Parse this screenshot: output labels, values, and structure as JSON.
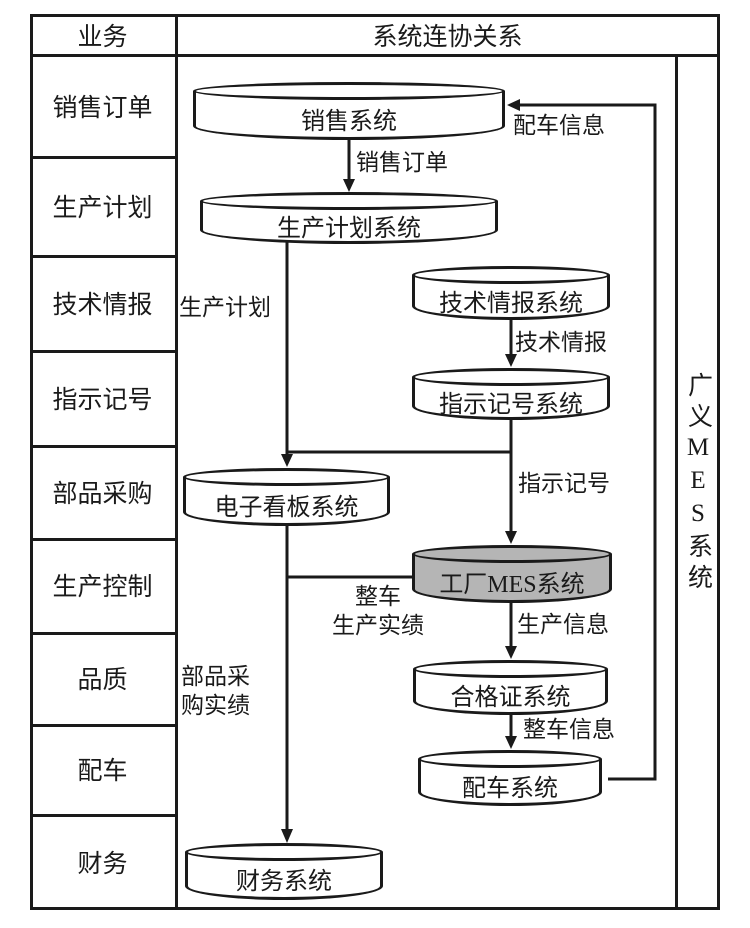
{
  "table": {
    "header": {
      "left": "业务",
      "right": "系统连协关系"
    },
    "rows": [
      "销售订单",
      "生产计划",
      "技术情报",
      "指示记号",
      "部品采购",
      "生产控制",
      "品质",
      "配车",
      "财务"
    ],
    "side_label": "广义MES系统"
  },
  "systems": {
    "sales": "销售系统",
    "production_plan": "生产计划系统",
    "tech_info": "技术情报系统",
    "indication": "指示记号系统",
    "e_kanban": "电子看板系统",
    "factory_mes": "工厂MES系统",
    "certificate": "合格证系统",
    "vehicle_alloc": "配车系统",
    "finance": "财务系统"
  },
  "flows": {
    "sales_order": "销售订单",
    "vehicle_alloc_info": "配车信息",
    "production_plan": "生产计划",
    "tech_info": "技术情报",
    "indication": "指示记号",
    "vehicle_prod": {
      "line1": "整车",
      "line2": "生产实绩"
    },
    "parts_proc": {
      "line1": "部品采",
      "line2": "购实绩"
    },
    "production_info": "生产信息",
    "vehicle_info": "整车信息"
  },
  "colors": {
    "ink": "#1a1a1a",
    "mes_fill": "#b5b5b5",
    "background": "#ffffff"
  }
}
